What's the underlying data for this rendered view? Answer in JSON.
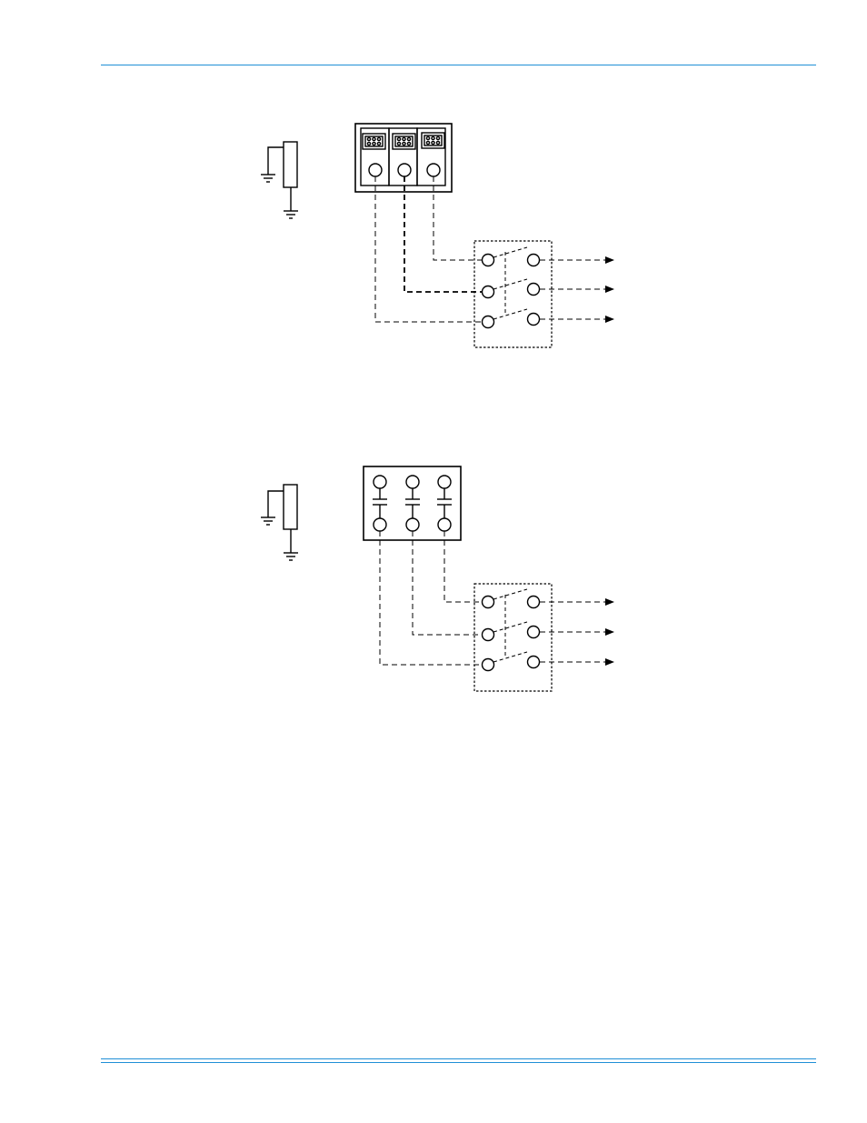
{
  "page": {
    "rule_color": "#1f8fd6",
    "ink_color": "#000000",
    "background": "#ffffff"
  },
  "diagrams": [
    {
      "id": "diagram-top",
      "device_type": "socket-module-block",
      "terminal_count": 3,
      "switch_poles": 3,
      "outputs": 3
    },
    {
      "id": "diagram-bottom",
      "device_type": "capacitor-block",
      "terminal_count": 3,
      "switch_poles": 3,
      "outputs": 3
    }
  ]
}
